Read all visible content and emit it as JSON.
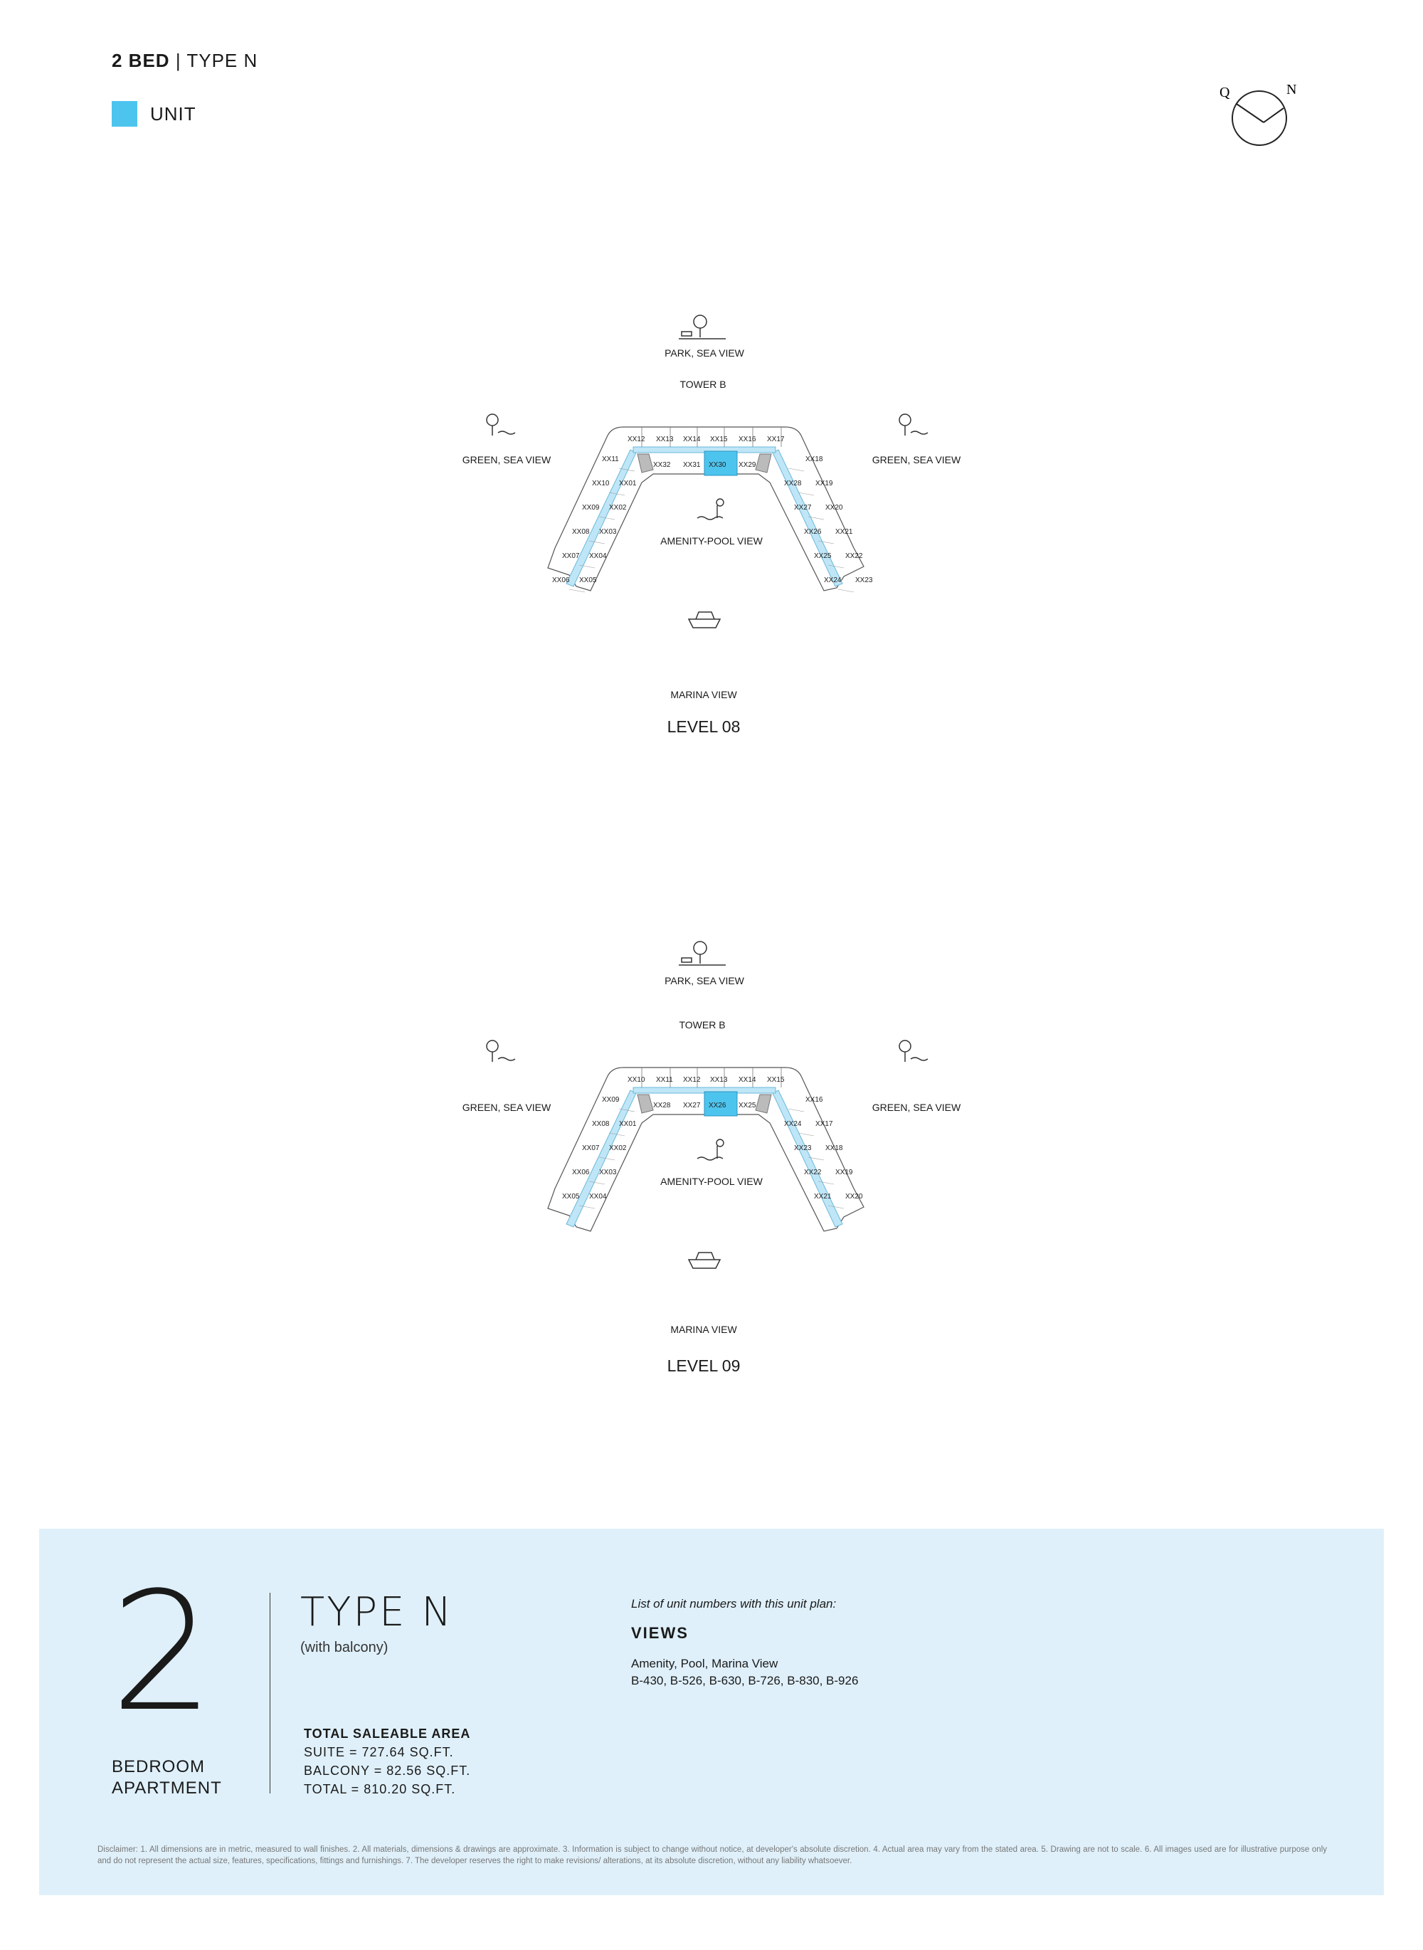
{
  "header": {
    "bed": "2 BED",
    "separator": "|",
    "type": "TYPE N"
  },
  "legend": {
    "label": "UNIT",
    "color": "#4dc4ee"
  },
  "compass": {
    "q": "Q",
    "n": "N"
  },
  "plans": [
    {
      "tower": "TOWER B",
      "level": "LEVEL 08",
      "views": {
        "top": "PARK, SEA VIEW",
        "left": "GREEN, SEA VIEW",
        "right": "GREEN, SEA VIEW",
        "center": "AMENITY-POOL VIEW",
        "bottom": "MARINA VIEW"
      },
      "units": {
        "top": [
          "XX12",
          "XX13",
          "XX14",
          "XX15",
          "XX16",
          "XX17"
        ],
        "inner_mid": [
          "XX32",
          "XX31",
          "XX30",
          "XX29"
        ],
        "left_outer": [
          "XX11",
          "XX10",
          "XX09",
          "XX08",
          "XX07",
          "XX06"
        ],
        "left_inner": [
          "XX01",
          "XX02",
          "XX03",
          "XX04",
          "XX05"
        ],
        "right_outer": [
          "XX18",
          "XX19",
          "XX20",
          "XX21",
          "XX22",
          "XX23"
        ],
        "right_inner": [
          "XX28",
          "XX27",
          "XX26",
          "XX25",
          "XX24"
        ],
        "highlight": "XX30"
      }
    },
    {
      "tower": "TOWER B",
      "level": "LEVEL 09",
      "views": {
        "top": "PARK, SEA VIEW",
        "left": "GREEN, SEA VIEW",
        "right": "GREEN, SEA VIEW",
        "center": "AMENITY-POOL VIEW",
        "bottom": "MARINA VIEW"
      },
      "units": {
        "top": [
          "XX10",
          "XX11",
          "XX12",
          "XX13",
          "XX14",
          "XX15"
        ],
        "inner_mid": [
          "XX28",
          "XX27",
          "XX26",
          "XX25"
        ],
        "left_outer": [
          "XX09",
          "XX08",
          "XX07",
          "XX06",
          "XX05"
        ],
        "left_inner": [
          "XX01",
          "XX02",
          "XX03",
          "XX04"
        ],
        "right_outer": [
          "XX16",
          "XX17",
          "XX18",
          "XX19",
          "XX20"
        ],
        "right_inner": [
          "XX24",
          "XX23",
          "XX22",
          "XX21"
        ],
        "highlight": "XX26"
      }
    }
  ],
  "summary": {
    "number": "2",
    "bedroom_line1": "BEDROOM",
    "bedroom_line2": "APARTMENT",
    "type": "TYPE N",
    "with_balcony": "(with balcony)",
    "area_title": "TOTAL SALEABLE AREA",
    "suite": "SUITE = 727.64 SQ.FT.",
    "balcony": "BALCONY = 82.56 SQ.FT.",
    "total": "TOTAL = 810.20 SQ.FT.",
    "list_title": "List of unit numbers with this unit plan:",
    "views_title": "VIEWS",
    "views_line": "Amenity, Pool, Marina View",
    "units_line": "B-430, B-526, B-630, B-726, B-830, B-926"
  },
  "disclaimer": "Disclaimer: 1. All dimensions are in metric, measured to wall finishes. 2. All materials, dimensions & drawings are approximate. 3. Information is subject to change without notice, at developer's absolute discretion. 4. Actual area may vary from the stated area. 5. Drawing are not to scale. 6. All images used are for illustrative purpose only and do not represent the actual size, features, specifications, fittings and furnishings. 7. The developer reserves the right to make revisions/ alterations, at its absolute discretion, without any liability whatsoever."
}
